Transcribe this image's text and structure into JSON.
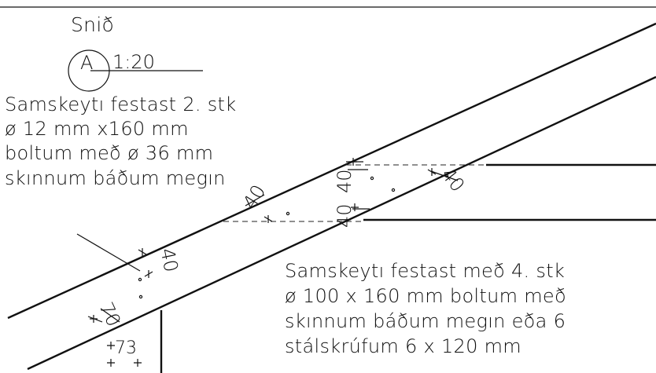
{
  "section": {
    "title": "Snið",
    "marker_letter": "A",
    "scale": "1:20"
  },
  "notes": {
    "left": [
      "Samskeytı festast 2. stk",
      "ø 12 mm x160 mm",
      "boltum með ø 36 mm",
      "skınnum báðum megın"
    ],
    "right": [
      "Samskeytı festast með 4. stk",
      "ø 100 x 160 mm boltum með",
      "skınnum báðum megın eða 6",
      "stálskrúfum 6 x 120 mm"
    ]
  },
  "dimensions": {
    "dim_40_a": "40",
    "dim_40_b": "40",
    "dim_40_c": "40",
    "dim_40_d": "40",
    "dim_40_e": "40",
    "dim_70": "70",
    "dim_73": "73"
  }
}
